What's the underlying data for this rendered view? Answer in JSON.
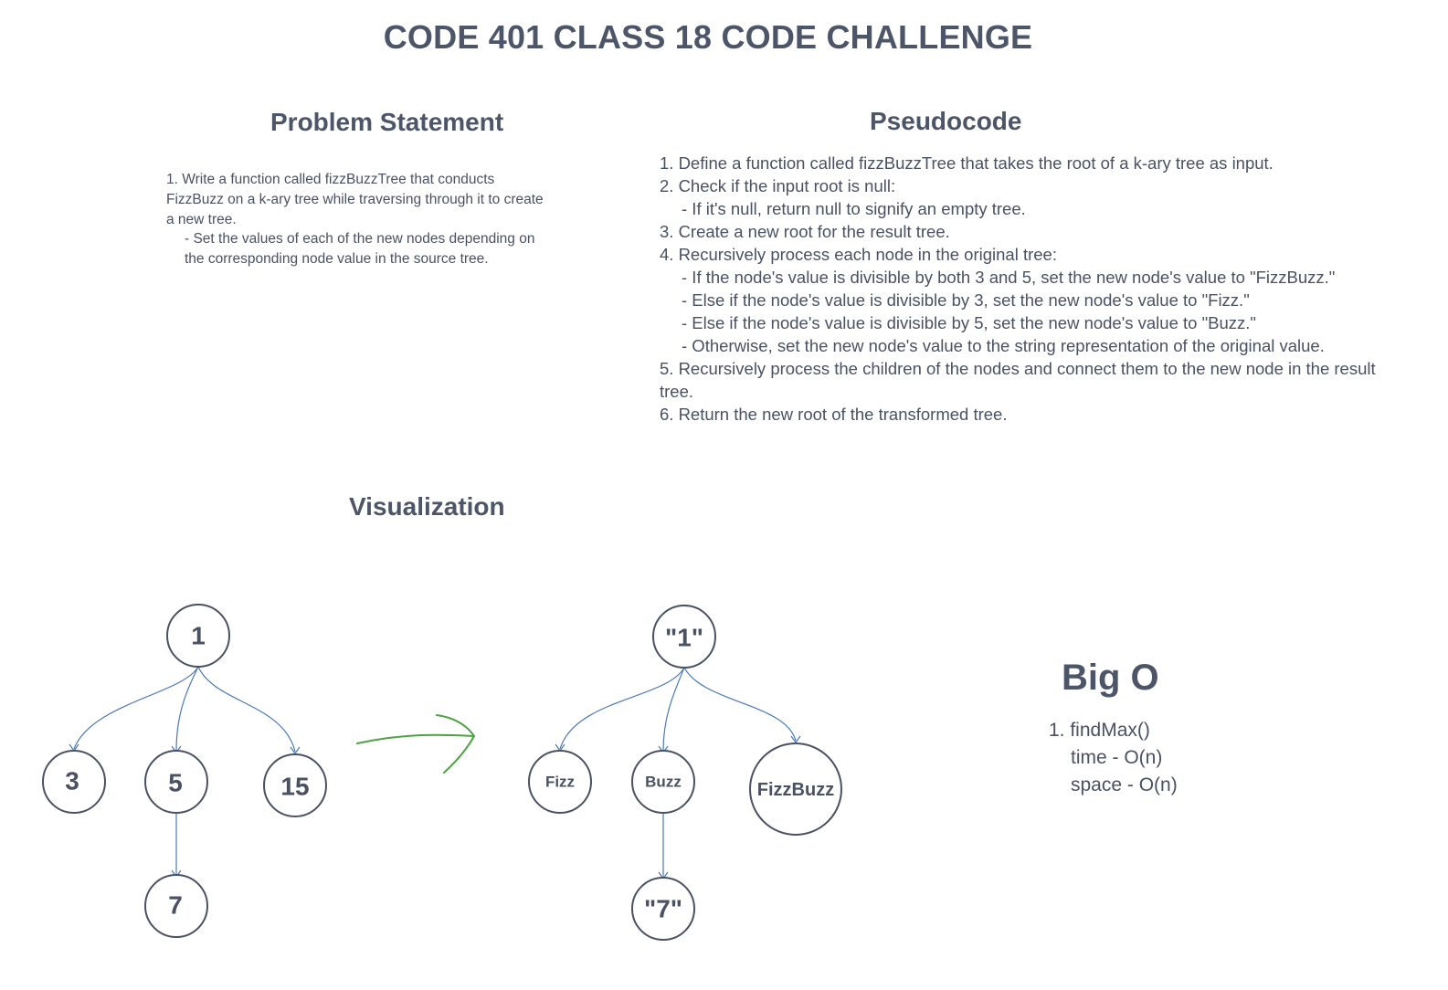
{
  "title": "CODE 401 CLASS 18 CODE CHALLENGE",
  "problem": {
    "heading": "Problem Statement",
    "lines": [
      "1. Write a function called fizzBuzzTree that conducts FizzBuzz on a k-ary tree while traversing through it to create a new tree.",
      "- Set the values of each of the new nodes depending on the corresponding node value in the source tree."
    ]
  },
  "pseudocode": {
    "heading": "Pseudocode",
    "lines": [
      "1. Define a function called fizzBuzzTree that takes the root of a k-ary tree as input.",
      "2. Check if the input root is null:",
      "- If it's null, return null to signify an empty tree.",
      "3. Create a new root for the result tree.",
      "4. Recursively process each node in the original tree:",
      "- If the node's value is divisible by both 3 and 5, set the new node's value to \"FizzBuzz.\"",
      "- Else if the node's value is divisible by 3, set the new node's value to \"Fizz.\"",
      "- Else if the node's value is divisible by 5, set the new node's value to \"Buzz.\"",
      "- Otherwise, set the new node's value to the string representation of the original value.",
      "5. Recursively process the children of the nodes and connect them to the new node in the result tree.",
      "6. Return the new root of the transformed tree."
    ]
  },
  "visualization": {
    "heading": "Visualization",
    "source_tree": {
      "root": "1",
      "children": [
        "3",
        "5",
        "15"
      ],
      "grandchild": "7"
    },
    "result_tree": {
      "root": "\"1\"",
      "children": [
        "Fizz",
        "Buzz",
        "FizzBuzz"
      ],
      "grandchild": "\"7\""
    }
  },
  "big_o": {
    "heading": "Big O",
    "lines": [
      "1. findMax()",
      "time - O(n)",
      "space - O(n)"
    ]
  },
  "colors": {
    "text": "#4a5163",
    "edge": "#4a78b8",
    "transform_arrow": "#4ea243"
  }
}
